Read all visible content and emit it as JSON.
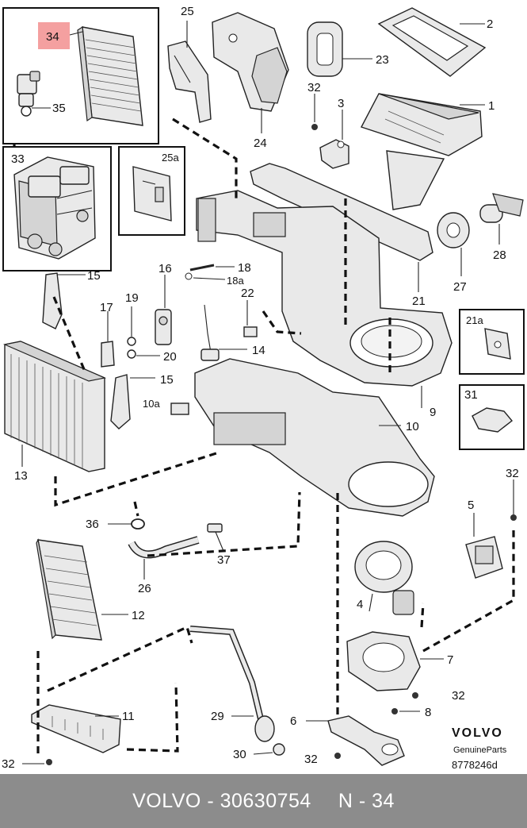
{
  "callouts": {
    "c34": "34",
    "c35": "35",
    "c33": "33",
    "c25a": "25a",
    "c25": "25",
    "c24": "24",
    "c32a": "32",
    "c3": "3",
    "c23": "23",
    "c2": "2",
    "c1": "1",
    "c28": "28",
    "c27": "27",
    "c21": "21",
    "c21a": "21a",
    "c15a": "15",
    "c16": "16",
    "c18": "18",
    "c18a": "18a",
    "c22": "22",
    "c17": "17",
    "c19": "19",
    "c20": "20",
    "c14": "14",
    "c15b": "15",
    "c13": "13",
    "c10a": "10a",
    "c10": "10",
    "c9": "9",
    "c31": "31",
    "c32b": "32",
    "c5": "5",
    "c36": "36",
    "c37": "37",
    "c26": "26",
    "c12": "12",
    "c4": "4",
    "c7": "7",
    "c32c": "32",
    "c8": "8",
    "c29": "29",
    "c11": "11",
    "c6": "6",
    "c30": "30",
    "c32d": "32",
    "c32e": "32"
  },
  "brand": {
    "name": "VOLVO",
    "sub": "GenuineParts",
    "ref": "8778246d"
  },
  "footer": {
    "part": "VOLVO - 30630754",
    "position": "N - 34"
  },
  "highlight_color": "#f4a0a0",
  "footer_color": "#8c8c8c"
}
